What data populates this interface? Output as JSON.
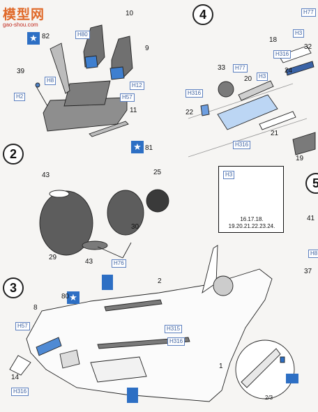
{
  "watermark": {
    "site_name": "模型网",
    "url": "gao-shou.com"
  },
  "steps": [
    {
      "number": "2"
    },
    {
      "number": "3"
    },
    {
      "number": "4"
    },
    {
      "number": "5"
    }
  ],
  "step1": {
    "parts": [
      "10",
      "9",
      "39",
      "11"
    ],
    "paint_codes": [
      "H80",
      "H8",
      "H2",
      "H57",
      "H12"
    ],
    "decals": [
      "82",
      "81"
    ]
  },
  "step2": {
    "parts": [
      "43",
      "25",
      "30",
      "29",
      "43"
    ],
    "paint_codes": [
      "H76"
    ]
  },
  "step3": {
    "parts": [
      "2",
      "8",
      "14",
      "1"
    ],
    "paint_codes": [
      "H57",
      "H315",
      "H316",
      "H316"
    ],
    "decals": [
      "80"
    ],
    "detail_paint": "2/3"
  },
  "step4": {
    "parts": [
      "18",
      "33",
      "20",
      "24",
      "22",
      "21",
      "19"
    ],
    "paint_codes": [
      "H3",
      "H77",
      "H316",
      "H3",
      "H316",
      "H316",
      "H77"
    ],
    "inset": {
      "paint": "H3",
      "parts_line1": "16.17.18.",
      "parts_line2": "19.20.21.22.23.24."
    }
  },
  "step5": {
    "parts": [
      "32",
      "41",
      "37"
    ],
    "paint_codes": [
      "H8"
    ]
  }
}
